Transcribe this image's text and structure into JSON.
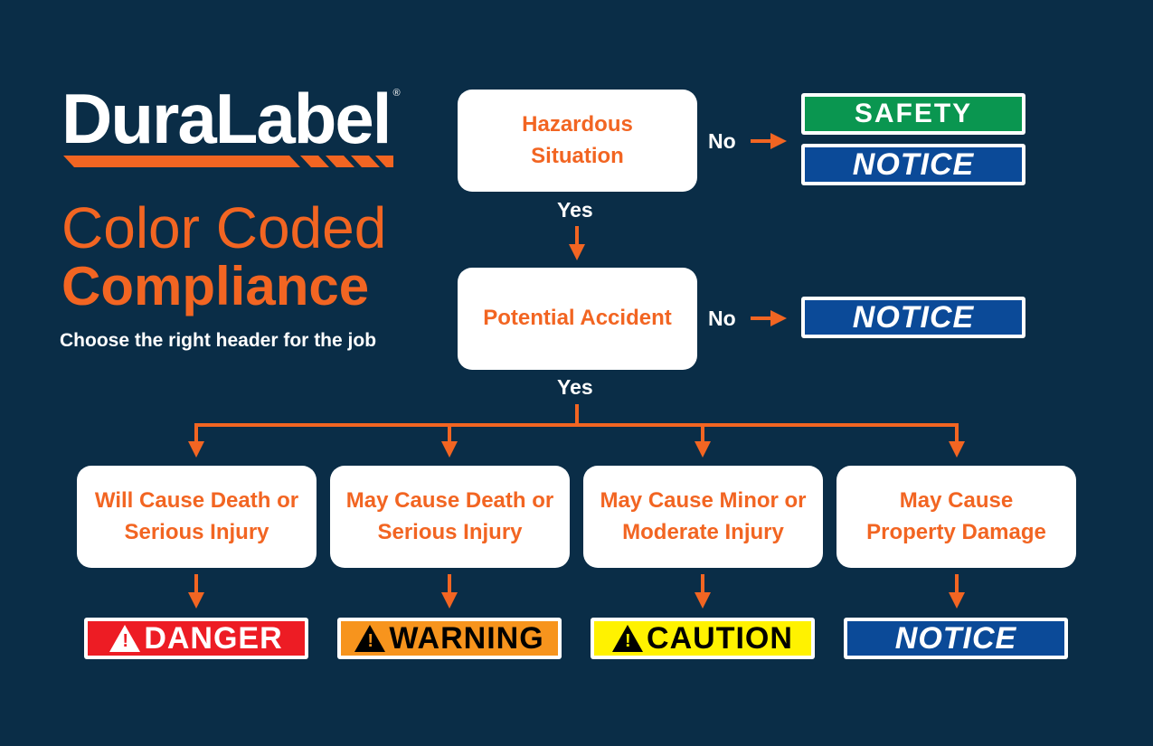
{
  "logo": {
    "brand": "DuraLabel",
    "registered": "®"
  },
  "heading": {
    "line1": "Color Coded",
    "line2": "Compliance",
    "subtitle": "Choose the right header for the job"
  },
  "colors": {
    "background": "#0a2d47",
    "accent": "#f26522",
    "safety": "#0a9650",
    "notice": "#0b4a98",
    "danger": "#ed1c24",
    "warning": "#f7941d",
    "caution": "#fff200"
  },
  "flow": {
    "q1": "Hazardous Situation",
    "q2": "Potential Accident",
    "no1": "No",
    "no2": "No",
    "yes1": "Yes",
    "yes2": "Yes",
    "outcomes": [
      {
        "text": "Will Cause Death or Serious Injury",
        "label": "DANGER"
      },
      {
        "text": "May Cause Death or Serious Injury",
        "label": "WARNING"
      },
      {
        "text": "May Cause Minor or Moderate Injury",
        "label": "CAUTION"
      },
      {
        "text": "May Cause Property Damage",
        "label": "NOTICE"
      }
    ]
  },
  "signs": {
    "safety": "SAFETY",
    "notice1": "NOTICE",
    "notice2": "NOTICE",
    "alert_symbol": "!"
  }
}
